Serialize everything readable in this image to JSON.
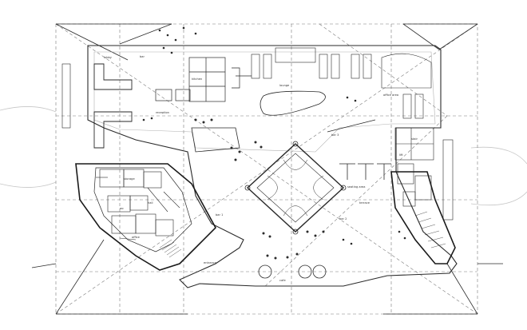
{
  "labels": {
    "lbl_a": "lobby",
    "lbl_b": "bar",
    "lbl_c": "reception",
    "lbl_d": "lounge",
    "lbl_e": "kitchen",
    "lbl_f": "office",
    "lbl_g": "wc",
    "lbl_h": "hall",
    "lbl_i": "bar 1",
    "lbl_j": "terrace",
    "lbl_k": "entrance",
    "lbl_l": "seating area",
    "lbl_m": "storage",
    "lbl_n": "stair",
    "lbl_o": "lift",
    "lbl_p": "cafe",
    "lbl_q": "bar 2",
    "lbl_r": "office area",
    "lbl_s": "bar 3"
  },
  "colors": {
    "line": "#2a2a2a",
    "dash": "#7a7a7a",
    "light": "#b8b8b8"
  }
}
